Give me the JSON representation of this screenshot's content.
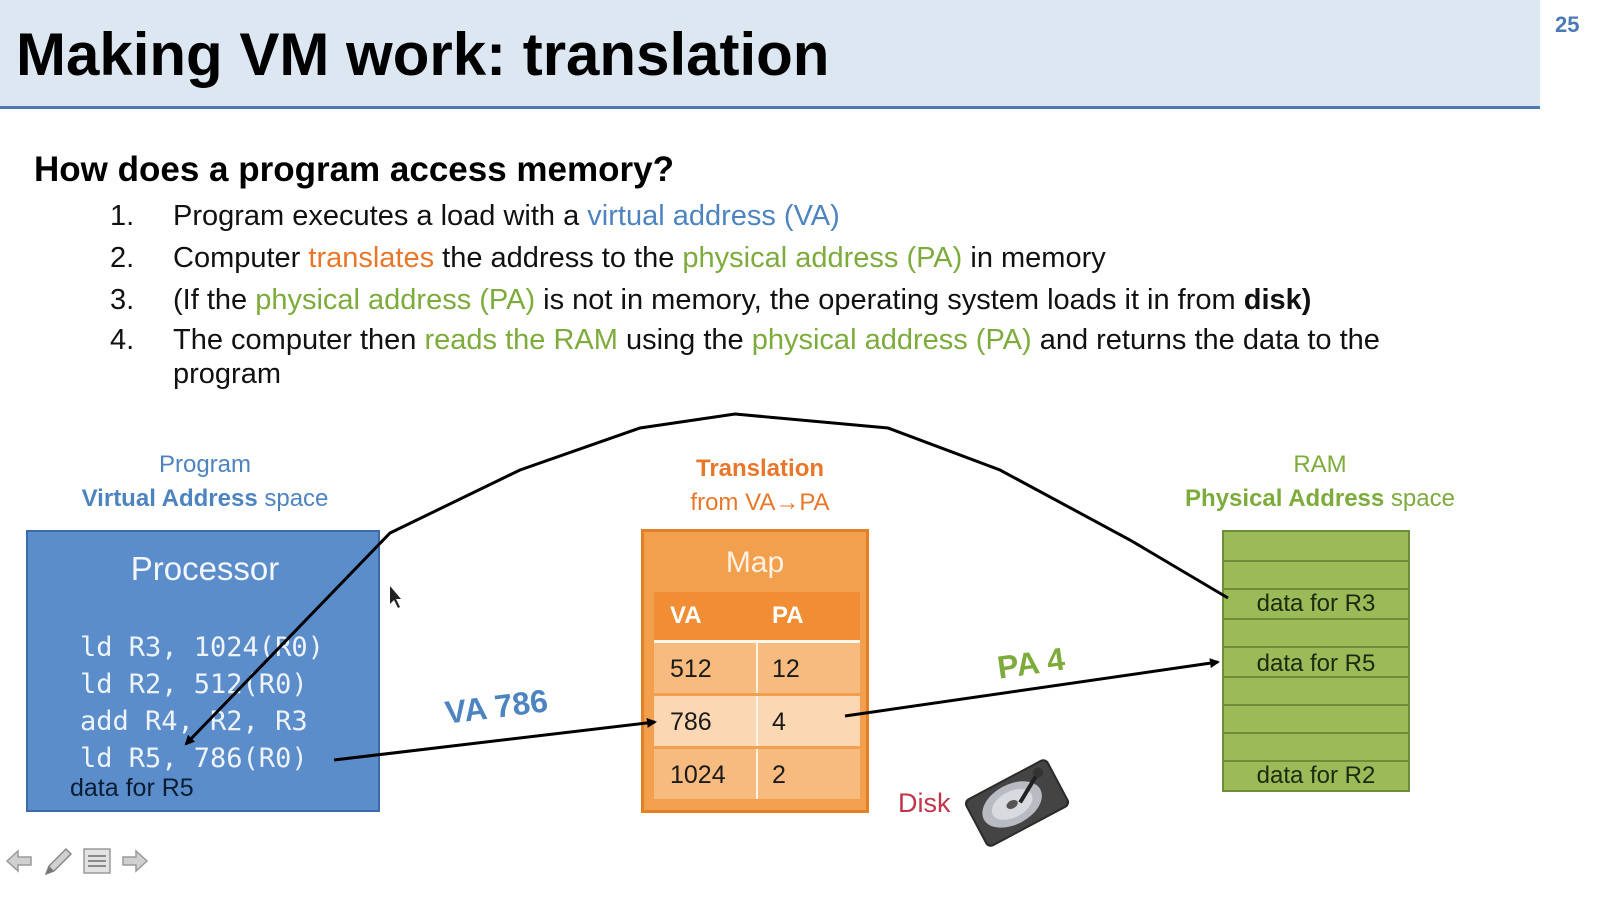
{
  "slide": {
    "title": "Making VM work: translation",
    "number": "25"
  },
  "question": "How does a program access memory?",
  "steps": [
    {
      "num": "1.",
      "parts": [
        {
          "text": "Program executes a load with a ",
          "style": ""
        },
        {
          "text": "virtual address (VA)",
          "style": "blue"
        }
      ]
    },
    {
      "num": "2.",
      "parts": [
        {
          "text": "Computer ",
          "style": ""
        },
        {
          "text": "translates",
          "style": "orange"
        },
        {
          "text": " the address to the ",
          "style": ""
        },
        {
          "text": "physical address (PA)",
          "style": "green"
        },
        {
          "text": " in memory",
          "style": ""
        }
      ]
    },
    {
      "num": "3.",
      "parts": [
        {
          "text": "(If the ",
          "style": ""
        },
        {
          "text": "physical address (PA)",
          "style": "green"
        },
        {
          "text": " is not in memory, the operating system loads it in from ",
          "style": ""
        },
        {
          "text": "disk)",
          "style": "bold"
        }
      ]
    },
    {
      "num": "4.",
      "parts": [
        {
          "text": "The computer then ",
          "style": ""
        },
        {
          "text": "reads the RAM",
          "style": "green"
        },
        {
          "text": " using the ",
          "style": ""
        },
        {
          "text": "physical address (PA)",
          "style": "green"
        },
        {
          "text": " and returns the data to the",
          "style": ""
        }
      ],
      "cont": "program"
    }
  ],
  "diagram": {
    "program_label": {
      "line1": "Program",
      "line2_bold": "Virtual Address",
      "line2_rest": " space"
    },
    "translation_label": {
      "line1": "Translation",
      "line2": "from VA→PA"
    },
    "ram_label": {
      "line1": "RAM",
      "line2_bold": "Physical Address",
      "line2_rest": " space"
    },
    "processor": {
      "title": "Processor",
      "code": [
        "ld R3, 1024(R0)",
        "ld R2, 512(R0)",
        "add R4, R2, R3",
        "ld R5, 786(R0)"
      ],
      "data": "data for R5"
    },
    "map": {
      "title": "Map",
      "headers": [
        "VA",
        "PA"
      ],
      "rows": [
        [
          "512",
          "12"
        ],
        [
          "786",
          "4"
        ],
        [
          "1024",
          "2"
        ]
      ]
    },
    "ram": {
      "cells": [
        "",
        "",
        "data for R3",
        "",
        "data for R5",
        "",
        "",
        "",
        "data for R2"
      ]
    },
    "arrow_labels": {
      "va": "VA 786",
      "pa": "PA 4"
    },
    "disk_label": "Disk"
  },
  "colors": {
    "title_bg": "#dde7f2",
    "accent_blue": "#4d84c0",
    "orange": "#e8772a",
    "green": "#7dab3c",
    "processor": "#5b8dca",
    "map": "#f29f4e",
    "ram": "#9bbb59",
    "disk_text": "#c0354a"
  },
  "toolbar": {
    "icons": [
      "arrow-left-icon",
      "pen-icon",
      "menu-icon",
      "arrow-right-icon"
    ]
  }
}
